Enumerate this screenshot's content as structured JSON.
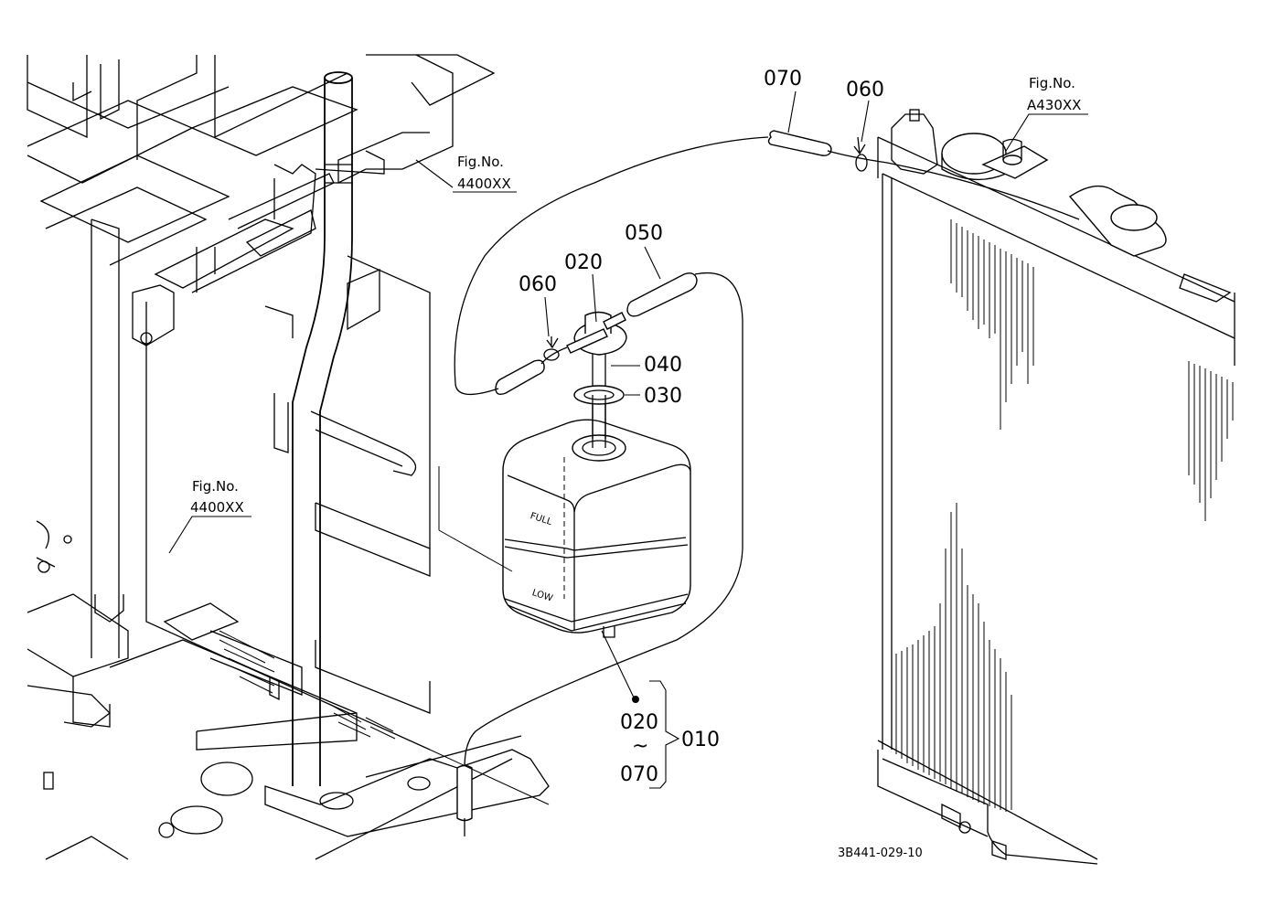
{
  "figure": {
    "document_id": "3B441-029-10"
  },
  "references": {
    "frame_upper": {
      "line1": "Fig.No.",
      "line2": "4400XX"
    },
    "frame_lower": {
      "line1": "Fig.No.",
      "line2": "4400XX"
    },
    "radiator": {
      "line1": "Fig.No.",
      "line2": "A430XX"
    }
  },
  "callouts": {
    "hose_top": "070",
    "clip_top": "060",
    "hose_upper": "050",
    "cap": "020",
    "clip_mid": "060",
    "tube": "040",
    "gasket": "030",
    "range_start": "020",
    "range_tilde": "~",
    "range_end": "070",
    "assembly": "010"
  },
  "tank": {
    "full_mark": "FULL",
    "low_mark": "LOW"
  },
  "icons": [
    "pointer-dot-icon"
  ]
}
